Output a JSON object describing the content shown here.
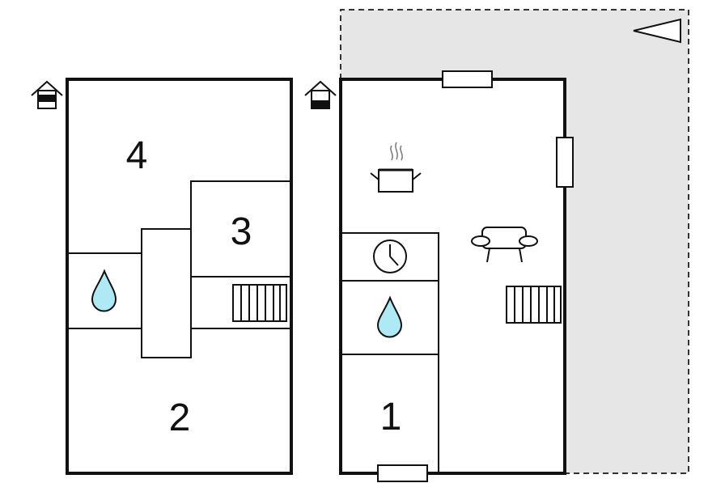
{
  "floorplan": {
    "upper_floor": {
      "rooms": [
        {
          "label": "4"
        },
        {
          "label": "3"
        },
        {
          "label": "2"
        }
      ],
      "icons": [
        "house-level-icon",
        "water-drop-icon",
        "staircase-icon"
      ]
    },
    "ground_floor": {
      "rooms": [
        {
          "label": "1"
        }
      ],
      "icons": [
        "house-level-icon",
        "cooking-pot-icon",
        "sofa-icon",
        "clock-icon",
        "water-drop-icon",
        "staircase-icon",
        "window-icon",
        "door-icon"
      ]
    },
    "outdoor": {
      "fill": "#e6e6e6",
      "marker": "direction-triangle-icon"
    },
    "colors": {
      "wall": "#111111",
      "water": "#aee9f5",
      "terrace": "#e6e6e6"
    }
  }
}
